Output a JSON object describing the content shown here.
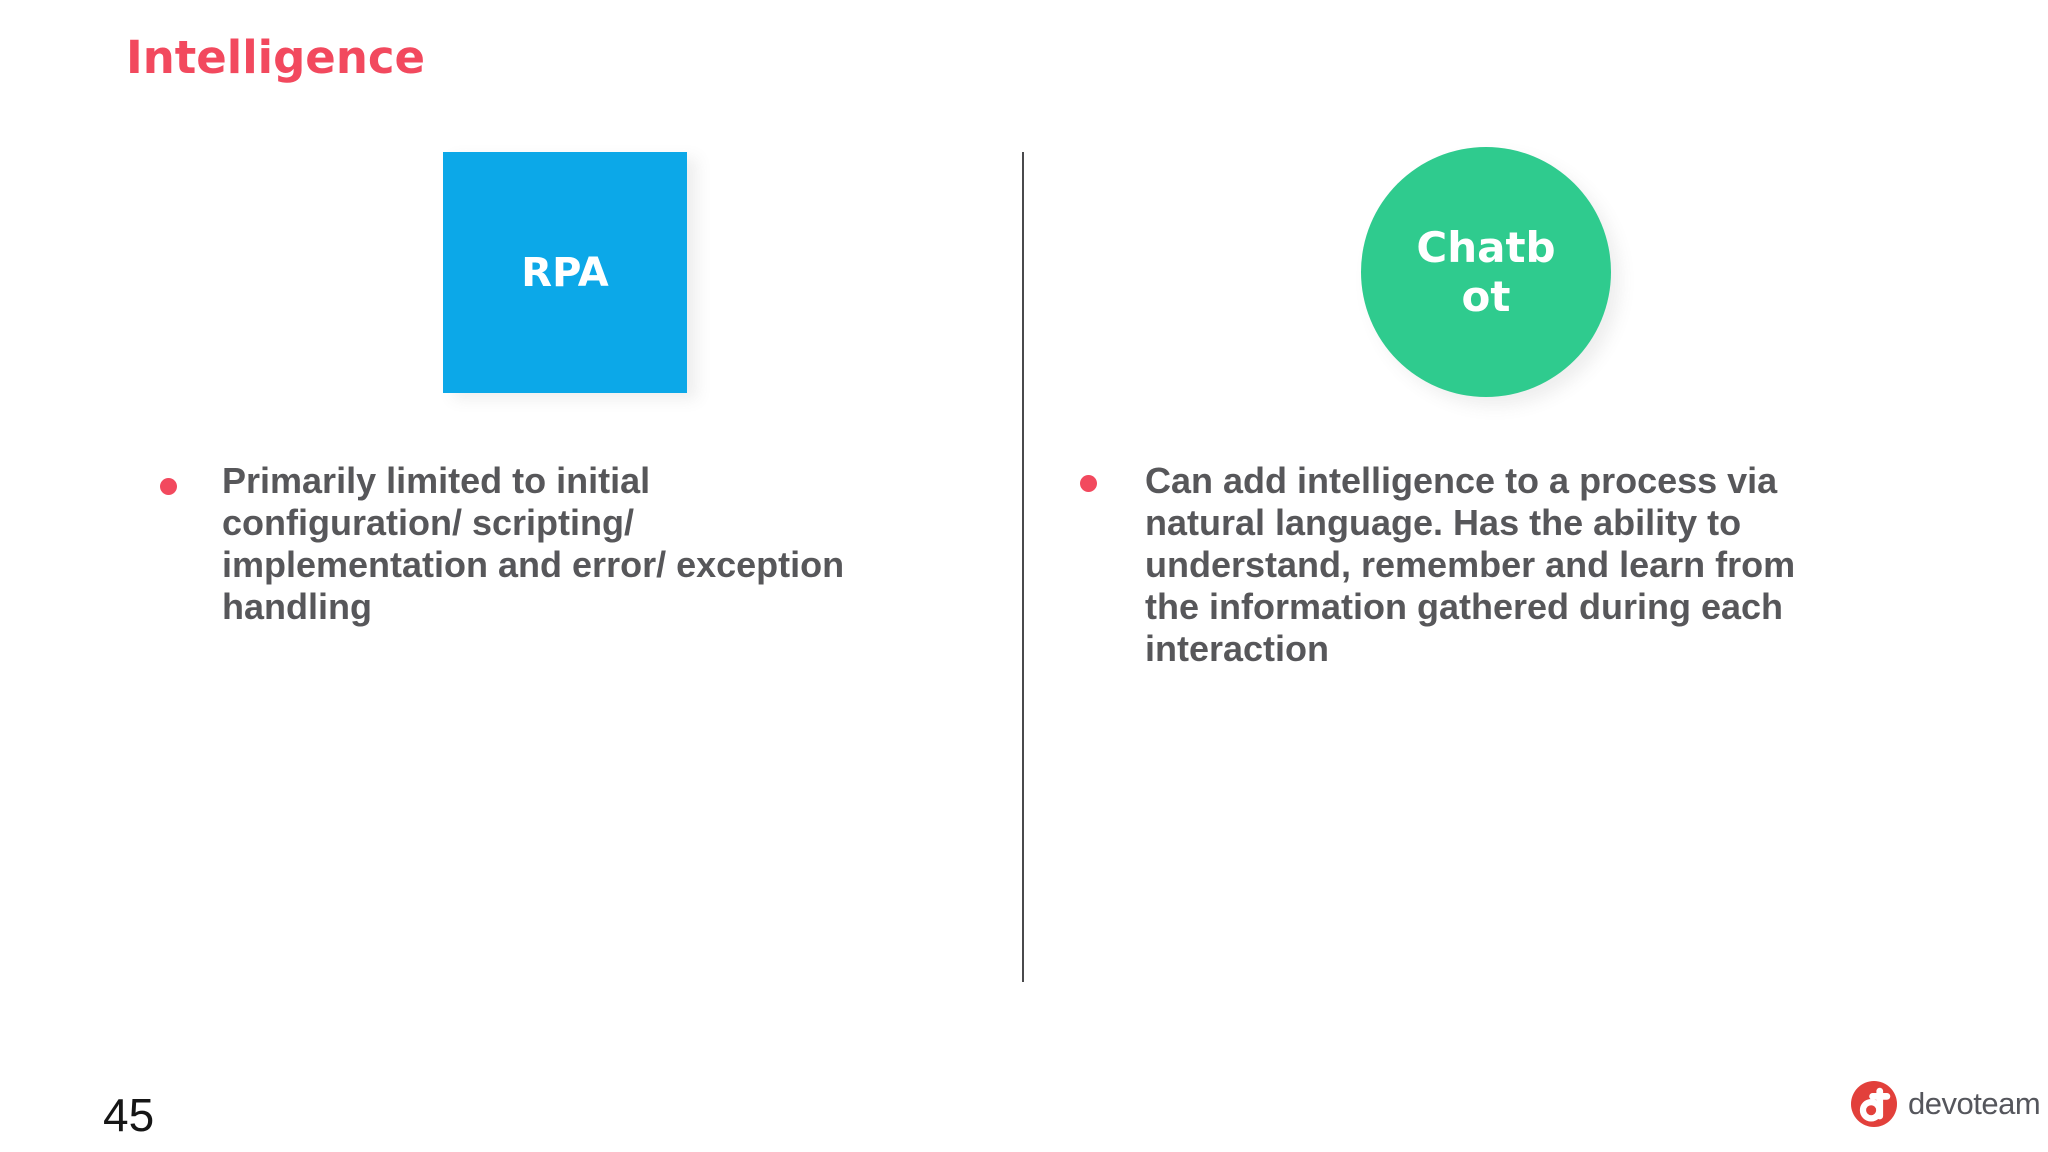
{
  "slide": {
    "title": "Intelligence",
    "page_number": "45"
  },
  "left_column": {
    "shape_label": "RPA",
    "bullet_lines": [
      "Primarily limited to initial",
      "configuration/ scripting/",
      "implementation and error/ exception",
      "handling"
    ]
  },
  "right_column": {
    "shape_label_lines": [
      "Chatb",
      "ot"
    ],
    "shape_label_full": "Chatbot",
    "bullet_lines": [
      "Can add intelligence to a process via",
      "natural language. Has the ability to",
      "understand, remember and learn from",
      "the information gathered during each",
      "interaction"
    ]
  },
  "footer": {
    "logo_text": "devoteam"
  },
  "colors": {
    "accent": "#F2495E",
    "blue": "#0CA8E8",
    "green": "#2FCB8E",
    "textgray": "#57575A",
    "divider": "#4A4A4C",
    "logo_red": "#E2403B"
  }
}
